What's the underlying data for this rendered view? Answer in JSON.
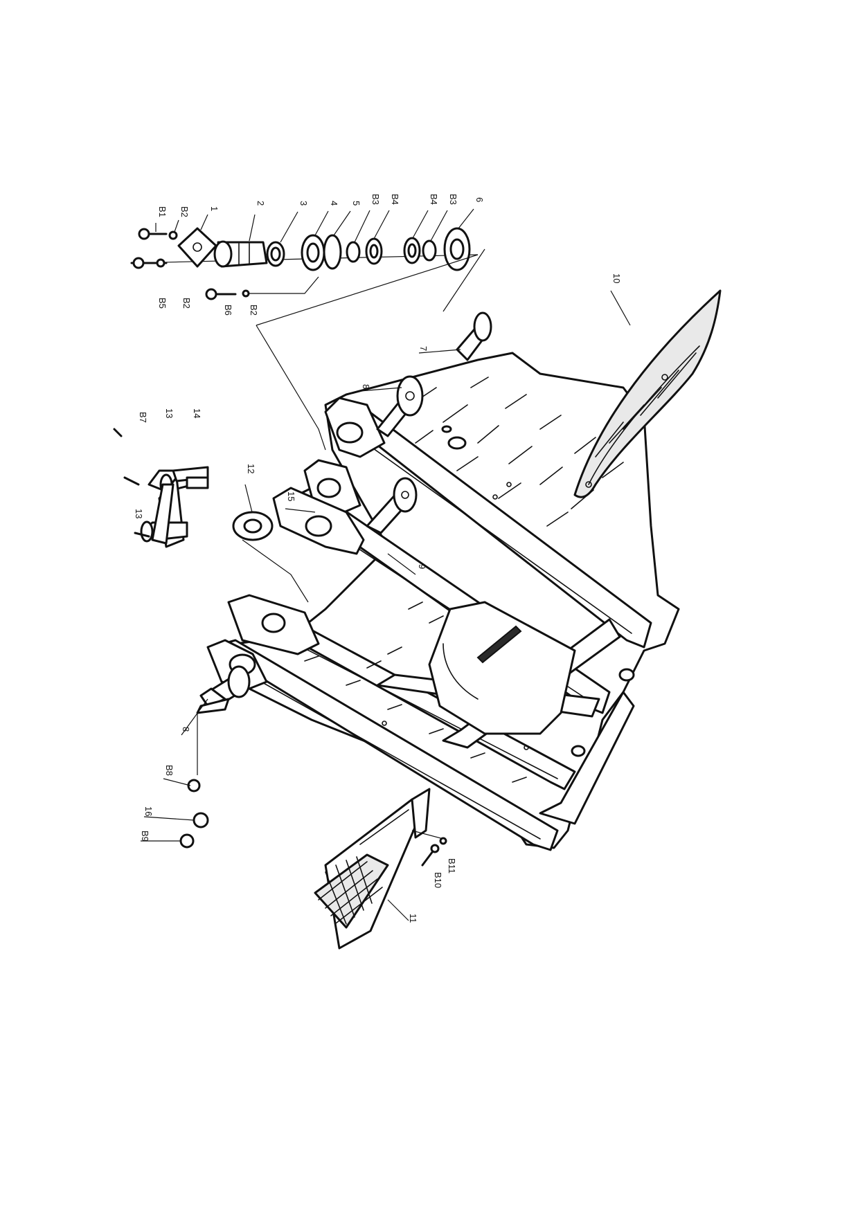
{
  "callouts": [
    {
      "id": "c-B1",
      "text": "B1"
    },
    {
      "id": "c-B2a",
      "text": "B2"
    },
    {
      "id": "c-1",
      "text": "1"
    },
    {
      "id": "c-2",
      "text": "2"
    },
    {
      "id": "c-3",
      "text": "3"
    },
    {
      "id": "c-4",
      "text": "4"
    },
    {
      "id": "c-5",
      "text": "5"
    },
    {
      "id": "c-B3a",
      "text": "B3"
    },
    {
      "id": "c-B4a",
      "text": "B4"
    },
    {
      "id": "c-B4b",
      "text": "B4"
    },
    {
      "id": "c-B3b",
      "text": "B3"
    },
    {
      "id": "c-6",
      "text": "6"
    },
    {
      "id": "c-B5",
      "text": "B5"
    },
    {
      "id": "c-B2b",
      "text": "B2"
    },
    {
      "id": "c-B6",
      "text": "B6"
    },
    {
      "id": "c-B2c",
      "text": "B2"
    },
    {
      "id": "c-7",
      "text": "7"
    },
    {
      "id": "c-10",
      "text": "10"
    },
    {
      "id": "c-8a",
      "text": "8"
    },
    {
      "id": "c-B7",
      "text": "B7"
    },
    {
      "id": "c-13a",
      "text": "13"
    },
    {
      "id": "c-14",
      "text": "14"
    },
    {
      "id": "c-13b",
      "text": "13"
    },
    {
      "id": "c-12",
      "text": "12"
    },
    {
      "id": "c-15",
      "text": "15"
    },
    {
      "id": "c-9",
      "text": "9"
    },
    {
      "id": "c-8b",
      "text": "8"
    },
    {
      "id": "c-B8",
      "text": "B8"
    },
    {
      "id": "c-16",
      "text": "16"
    },
    {
      "id": "c-B9",
      "text": "B9"
    },
    {
      "id": "c-B10",
      "text": "B10"
    },
    {
      "id": "c-B11",
      "text": "B11"
    },
    {
      "id": "c-11",
      "text": "11"
    }
  ]
}
